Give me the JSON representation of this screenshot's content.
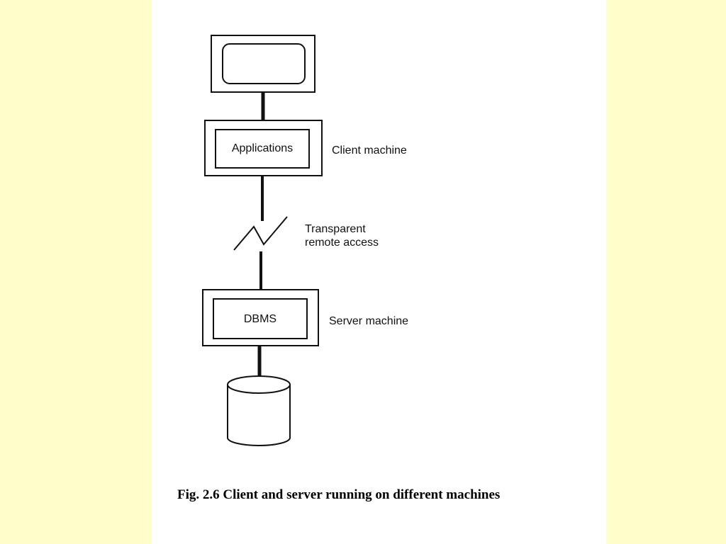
{
  "diagram": {
    "applications_label": "Applications",
    "client_label": "Client machine",
    "transparent_label_line1": "Transparent",
    "transparent_label_line2": "remote access",
    "dbms_label": "DBMS",
    "server_label": "Server machine"
  },
  "caption": "Fig. 2.6  Client and server running on different machines",
  "colors": {
    "slide_background": "#ffffcc",
    "panel_background": "#ffffff",
    "stroke": "#111111"
  }
}
